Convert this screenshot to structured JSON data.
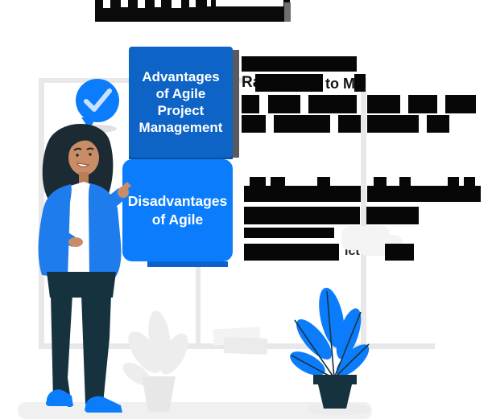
{
  "title": {
    "note": "heading cropped at top edge and fully redacted"
  },
  "cards": {
    "advantages": {
      "label": "Advantages of Agile Project Management",
      "bg": "#0d63c6"
    },
    "disadvantages": {
      "label": "Disadvantages of Agile",
      "bg": "#0b7dfc"
    }
  },
  "notes": {
    "advantages": {
      "lead": "Ra",
      "mid": "to M"
    },
    "disadvantages": {
      "tail": "ict"
    }
  },
  "badge": {
    "icon": "check-badge-icon",
    "color": "#0b7dfc"
  },
  "illustration": {
    "person": "woman-presenter",
    "plant_right": "potted-plant-blue",
    "plant_left": "plant-silhouette-gray",
    "papers": "scattered-papers",
    "board": "whiteboard-frame"
  },
  "colors": {
    "deep_blue": "#0d63c6",
    "bright_blue": "#0b7dfc",
    "blazer_blue": "#1e7cec",
    "dark_navy": "#16323e",
    "hair": "#1c2b33",
    "skin": "#c98c66",
    "board_gray": "#e8e8e8",
    "ground_gray": "#f0f0f0",
    "redaction_black": "#070707",
    "shadow_gray": "#595a5e"
  },
  "redactions": [
    {
      "name": "cloud-shape",
      "color": "#f4f4f4",
      "radius": 10,
      "bars": [
        [
          424,
          281,
          60,
          30
        ],
        [
          446,
          292,
          54,
          26
        ]
      ]
    },
    {
      "name": "title-redaction",
      "color": "#0a0a0a",
      "radius": 0,
      "bars": [
        [
          118,
          0,
          242,
          27
        ]
      ]
    },
    {
      "name": "title-redaction-shade",
      "color": "#6e6e6e",
      "radius": 0,
      "bars": [
        [
          353,
          3,
          8,
          24
        ]
      ]
    },
    {
      "name": "title-notch",
      "color": "#ffffff",
      "radius": 0,
      "bars": [
        [
          128,
          0,
          9,
          10
        ],
        [
          150,
          0,
          9,
          9
        ],
        [
          171,
          0,
          9,
          10
        ],
        [
          192,
          0,
          8,
          9
        ],
        [
          213,
          0,
          12,
          10
        ],
        [
          235,
          0,
          8,
          9
        ],
        [
          257,
          0,
          5,
          8
        ],
        [
          268,
          0,
          84,
          8
        ]
      ]
    },
    {
      "name": "advantages-redaction",
      "color": "#070707",
      "radius": 0,
      "bars": [
        [
          300,
          70,
          143,
          19
        ],
        [
          317,
          92,
          84,
          22
        ],
        [
          440,
          92,
          14,
          22
        ],
        [
          300,
          118,
          22,
          23
        ],
        [
          333,
          118,
          40,
          23
        ],
        [
          383,
          118,
          60,
          23
        ],
        [
          456,
          118,
          41,
          23
        ],
        [
          507,
          118,
          36,
          23
        ],
        [
          553,
          118,
          38,
          23
        ],
        [
          300,
          143,
          30,
          22
        ],
        [
          340,
          143,
          70,
          22
        ],
        [
          420,
          143,
          28,
          22
        ],
        [
          456,
          143,
          64,
          22
        ],
        [
          530,
          143,
          28,
          22
        ]
      ]
    },
    {
      "name": "disadvantages-redaction",
      "color": "#070707",
      "radius": 0,
      "bars": [
        [
          310,
          220,
          20,
          12
        ],
        [
          336,
          220,
          18,
          12
        ],
        [
          394,
          220,
          16,
          12
        ],
        [
          464,
          220,
          16,
          12
        ],
        [
          496,
          220,
          14,
          12
        ],
        [
          556,
          220,
          14,
          12
        ],
        [
          576,
          220,
          14,
          12
        ],
        [
          303,
          231,
          145,
          20
        ],
        [
          456,
          231,
          141,
          20
        ],
        [
          303,
          257,
          144,
          22
        ],
        [
          455,
          257,
          65,
          22
        ],
        [
          303,
          283,
          112,
          13
        ],
        [
          303,
          303,
          118,
          21
        ],
        [
          478,
          303,
          36,
          21
        ]
      ]
    }
  ]
}
